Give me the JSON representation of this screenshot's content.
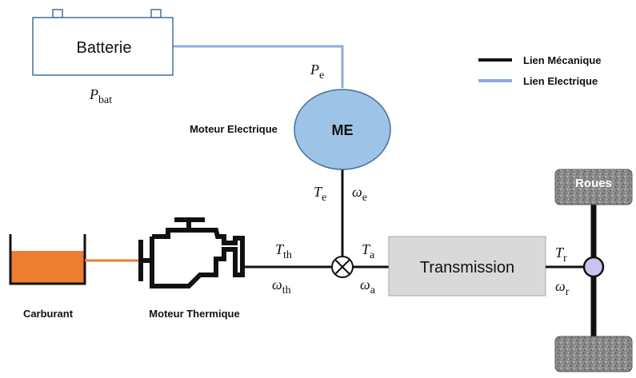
{
  "battery": {
    "label": "Batterie",
    "power_symbol": "P",
    "power_sub": "bat"
  },
  "electric_motor": {
    "label": "ME",
    "name": "Moteur Electrique",
    "power_symbol": "P",
    "power_sub": "e",
    "torque_symbol": "T",
    "torque_sub": "e",
    "speed_symbol": "ω",
    "speed_sub": "e"
  },
  "thermal_motor": {
    "name": "Moteur Thermique",
    "torque_symbol": "T",
    "torque_sub": "th",
    "speed_symbol": "ω",
    "speed_sub": "th"
  },
  "fuel": {
    "name": "Carburant"
  },
  "junction": {
    "torque_symbol": "T",
    "torque_sub": "a",
    "speed_symbol": "ω",
    "speed_sub": "a"
  },
  "transmission": {
    "label": "Transmission"
  },
  "wheels": {
    "label": "Roues",
    "torque_symbol": "T",
    "torque_sub": "r",
    "speed_symbol": "ω",
    "speed_sub": "r"
  },
  "legend": {
    "mechanical": "Lien Mécanique",
    "electrical": "Lien Electrique"
  },
  "colors": {
    "mechanical_link": "#111111",
    "electrical_link": "#8faadc",
    "fuel_fill": "#ed7d31",
    "motor_fill": "#9dc3e6",
    "transmission_fill": "#d9d9d9",
    "battery_stroke": "#41719c",
    "wheel_fill": "#8c8c8c"
  }
}
